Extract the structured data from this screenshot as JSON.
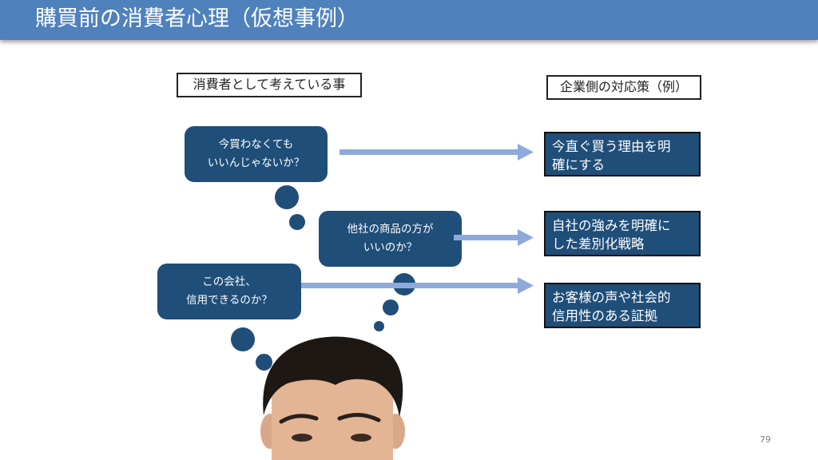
{
  "slide": {
    "title": "購買前の消費者心理（仮想事例）",
    "page_number": "79"
  },
  "headers": {
    "consumer": "消費者として考えている事",
    "company": "企業側の対応策（例）"
  },
  "thoughts": [
    {
      "line1": "今買わなくても",
      "line2": "いいんじゃないか？"
    },
    {
      "line1": "他社の商品の方が",
      "line2": "いいのか？"
    },
    {
      "line1": "この会社、",
      "line2": "信用できるのか？"
    }
  ],
  "responses": [
    {
      "line1": "今直ぐ買う理由を明",
      "line2": "確にする"
    },
    {
      "line1": "自社の強みを明確に",
      "line2": "した差別化戦略"
    },
    {
      "line1": "お客様の声や社会的",
      "line2": "信用性のある証拠"
    }
  ],
  "colors": {
    "title_bar": "#4f81bd",
    "bubble": "#1f4e79",
    "arrow": "#8eaadb"
  }
}
